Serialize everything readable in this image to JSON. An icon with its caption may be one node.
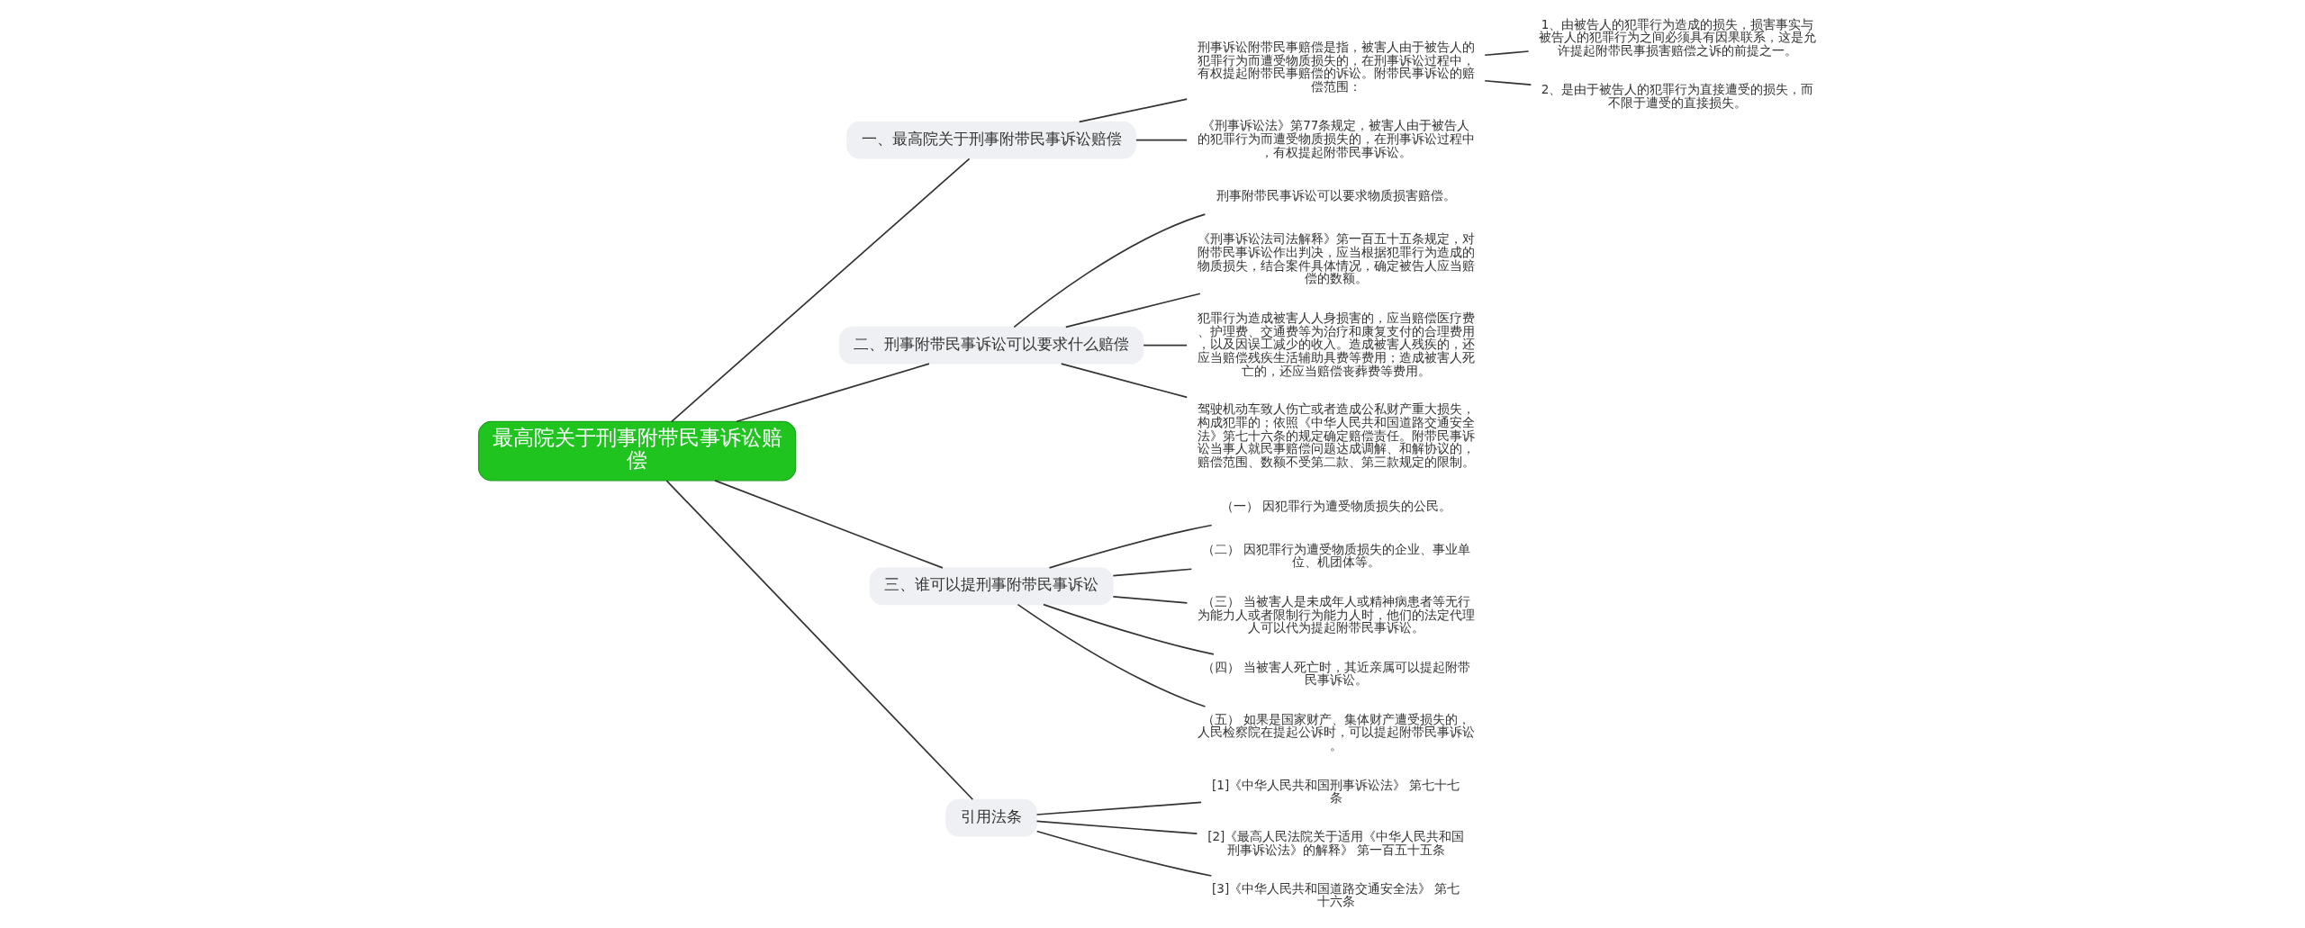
{
  "diagram": {
    "nodes": [
      {
        "text": [
          "最高院关于刑事附带民事诉讼赔偿"
        ]
      },
      {
        "text": [
          "一、最高院关于刑事附带民事诉讼赔偿"
        ]
      },
      {
        "text": [
          "刑事诉讼附带民事赔偿是指，被害人由于被告人的犯罪行为而遭受物质损失的，在刑事诉讼过程中，有权提起附带民事赔偿的诉讼。附带民事诉讼的赔偿范围："
        ]
      },
      {
        "text": [
          "1、由被告人的犯罪行为造成的损失，损害事实与被告人的犯罪行为之间必须具有因果联系，这是允许提起附带民事损害赔偿之诉的前提之一。"
        ]
      },
      {
        "text": [
          "2、是由于被告人的犯罪行为直接遭受的损失，而不限于遭受的直接损失。"
        ]
      },
      {
        "text": [
          "《刑事诉讼法》第77条规定，被害人由于被告人的犯罪行为而遭受物质损失的，在刑事诉讼过程中，有权提起附带民事诉讼。"
        ]
      },
      {
        "text": [
          "二、刑事附带民事诉讼可以要求什么赔偿"
        ]
      },
      {
        "text": [
          "刑事附带民事诉讼可以要求物质损害赔偿。"
        ]
      },
      {
        "text": [
          "《刑事诉讼法司法解释》第一百五十五条规定，对附带民事诉讼作出判决，应当根据犯罪行为造成的物质损失，结合案件具体情况，确定被告人应当赔偿的数额。"
        ]
      },
      {
        "text": [
          "犯罪行为造成被害人人身损害的，应当赔偿医疗费、护理费、交通费等为治疗和康复支付的合理费用，以及因误工减少的收入。造成被害人残疾的，还应当赔偿残疾生活辅助具费等费用；造成被害人死亡的，还应当赔偿丧葬费等费用。"
        ]
      },
      {
        "text": [
          "驾驶机动车致人伤亡或者造成公私财产重大损失，构成犯罪的；依照《中华人民共和国道路交通安全法》第七十六条的规定确定赔偿责任。附带民事诉讼当事人就民事赔偿问题达成调解、和解协议的，赔偿范围、数额不受第二款、第三款规定的限制。"
        ]
      },
      {
        "text": [
          "三、谁可以提刑事附带民事诉讼"
        ]
      },
      {
        "text": [
          "（一） 因犯罪行为遭受物质损失的公民。"
        ]
      },
      {
        "text": [
          "（二） 因犯罪行为遭受物质损失的企业、事业单位、机团体等。"
        ]
      },
      {
        "text": [
          "（三） 当被害人是未成年人或精神病患者等无行为能力人或者限制行为能力人时，他们的法定代理人可以代为提起附带民事诉讼。"
        ]
      },
      {
        "text": [
          "（四） 当被害人死亡时，其近亲属可以提起附带民事诉讼。"
        ]
      },
      {
        "text": [
          "（五） 如果是国家财产、集体财产遭受损失的，人民检察院在提起公诉时，可以提起附带民事诉讼。"
        ]
      },
      {
        "text": [
          "引用法条"
        ]
      },
      {
        "text": [
          "[1]《中华人民共和国刑事诉讼法》 第七十七条"
        ]
      },
      {
        "text": [
          "[2]《最高人民法院关于适用《中华人民共和国刑事诉讼法》的解释》 第一百五十五条"
        ]
      },
      {
        "text": [
          "[3]《中华人民共和国道路交通安全法》 第七十六条"
        ]
      }
    ],
    "edges": [
      {
        "from": 0,
        "to": 1,
        "arrow": "none"
      },
      {
        "from": 1,
        "to": 2,
        "arrow": "none"
      },
      {
        "from": 2,
        "to": 3,
        "arrow": "none"
      },
      {
        "from": 2,
        "to": 4,
        "arrow": "none"
      },
      {
        "from": 1,
        "to": 5,
        "arrow": "none"
      },
      {
        "from": 0,
        "to": 6,
        "arrow": "none"
      },
      {
        "from": 6,
        "to": 7,
        "arrow": "none"
      },
      {
        "from": 6,
        "to": 8,
        "arrow": "none"
      },
      {
        "from": 6,
        "to": 9,
        "arrow": "none"
      },
      {
        "from": 6,
        "to": 10,
        "arrow": "none"
      },
      {
        "from": 0,
        "to": 11,
        "arrow": "none"
      },
      {
        "from": 11,
        "to": 12,
        "arrow": "none"
      },
      {
        "from": 11,
        "to": 13,
        "arrow": "none"
      },
      {
        "from": 11,
        "to": 14,
        "arrow": "none"
      },
      {
        "from": 11,
        "to": 15,
        "arrow": "none"
      },
      {
        "from": 11,
        "to": 16,
        "arrow": "none"
      },
      {
        "from": 0,
        "to": 17,
        "arrow": "none"
      },
      {
        "from": 17,
        "to": 18,
        "arrow": "none"
      },
      {
        "from": 17,
        "to": 19,
        "arrow": "none"
      },
      {
        "from": 17,
        "to": 20,
        "arrow": "none"
      }
    ]
  }
}
